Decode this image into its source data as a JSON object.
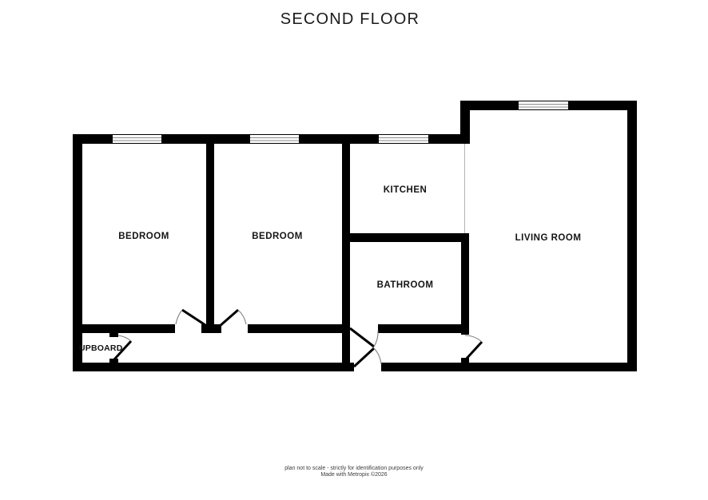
{
  "title": "SECOND FLOOR",
  "rooms": {
    "bedroom1": {
      "label": "BEDROOM"
    },
    "bedroom2": {
      "label": "BEDROOM"
    },
    "kitchen": {
      "label": "KITCHEN"
    },
    "bathroom": {
      "label": "BATHROOM"
    },
    "living_room": {
      "label": "LIVING ROOM"
    },
    "cupboard": {
      "label": "UPBOARD"
    }
  },
  "footer": {
    "line1": "plan not to scale - strictly for identification purposes only",
    "line2": "Made with Metropix ©2026"
  },
  "colors": {
    "wall": "#000000",
    "window_glass": "#ffffff",
    "window_muntin": "#8a8a8a",
    "door_arc": "#808080",
    "label_text": "#141414",
    "open_divider": "#b4b4b4"
  }
}
